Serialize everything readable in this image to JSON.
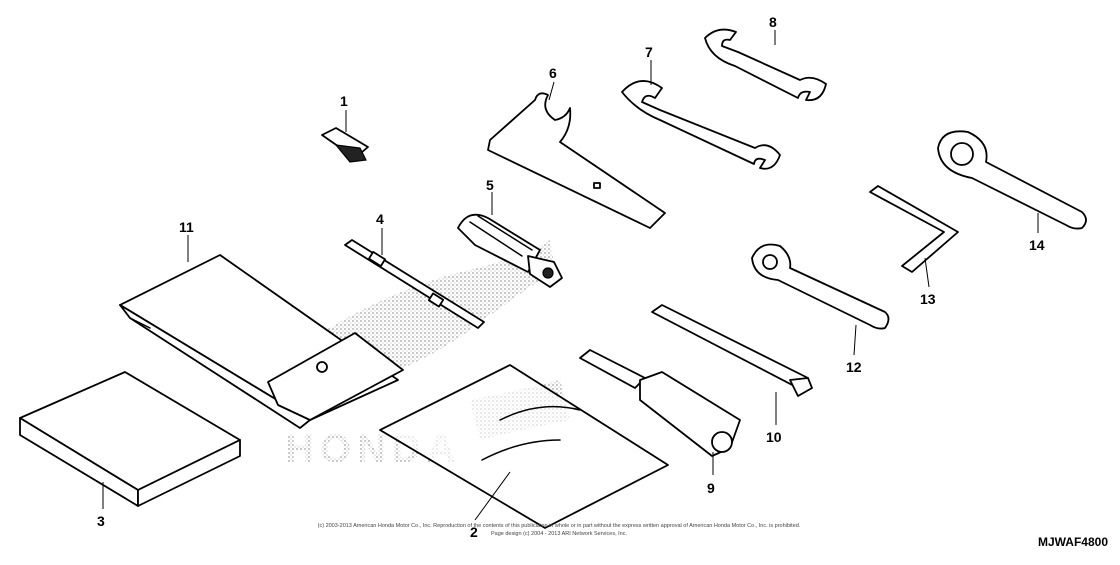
{
  "parts": [
    {
      "number": "1",
      "name": "pliers-clip"
    },
    {
      "number": "2",
      "name": "bag"
    },
    {
      "number": "3",
      "name": "manual"
    },
    {
      "number": "4",
      "name": "screwdriver-blade"
    },
    {
      "number": "5",
      "name": "screwdriver-grip"
    },
    {
      "number": "6",
      "name": "pin-spanner"
    },
    {
      "number": "7",
      "name": "open-end-wrench-large"
    },
    {
      "number": "8",
      "name": "open-end-wrench-small"
    },
    {
      "number": "9",
      "name": "spark-plug-wrench"
    },
    {
      "number": "10",
      "name": "extension-bar"
    },
    {
      "number": "11",
      "name": "tool-bag"
    },
    {
      "number": "12",
      "name": "box-wrench-small"
    },
    {
      "number": "13",
      "name": "hex-key"
    },
    {
      "number": "14",
      "name": "box-wrench-large"
    }
  ],
  "watermark": "HONDA",
  "copyright_line1": "(c) 2003-2013 American Honda Motor Co., Inc. Reproduction of the contents of this publication in whole or in part without the express written approval of American Honda Motor Co., Inc. is prohibited.",
  "copyright_line2": "Page design (c) 2004 - 2013 ARI Network Services, Inc.",
  "diagram_code": "MJWAF4800"
}
